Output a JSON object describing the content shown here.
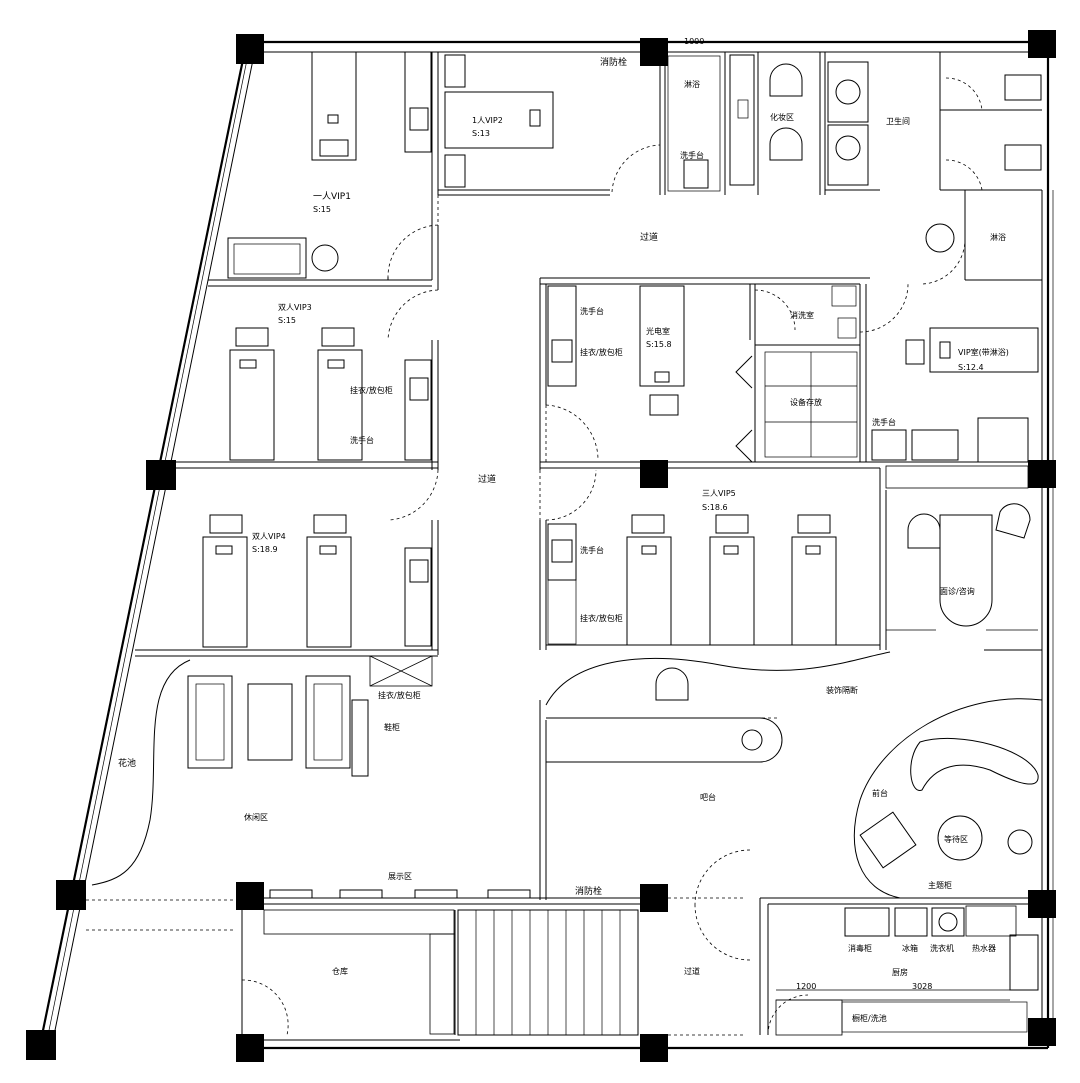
{
  "rooms": {
    "vip1": {
      "name": "一人VIP1",
      "area": "S:15"
    },
    "vip2": {
      "name": "1人VIP2",
      "area": "S:13"
    },
    "vip3": {
      "name": "双人VIP3",
      "area": "S:15"
    },
    "vip4": {
      "name": "双人VIP4",
      "area": "S:18.9"
    },
    "vip5": {
      "name": "三人VIP5",
      "area": "S:18.6"
    },
    "photo": {
      "name": "光电室",
      "area": "S:15.8"
    },
    "vip_shower": {
      "name": "VIP室(带淋浴)",
      "area": "S:12.4"
    }
  },
  "labels": {
    "fire_hydrant_top": "消防栓",
    "fire_hydrant_mid": "消防栓",
    "dim_1000": "1000",
    "shower_top": "淋浴",
    "washbasin": "洗手台",
    "makeup": "化妆区",
    "toilet": "卫生间",
    "shower_right": "淋浴",
    "corridor_top": "过道",
    "corridor_mid": "过道",
    "corridor_bottom": "过道",
    "disinfection": "消洗室",
    "equipment": "设备存放",
    "hang_bag": "挂衣/放包柜",
    "consult": "面诊/咨询",
    "deco_wall": "装饰隔断",
    "bar_counter": "吧台",
    "front_desk": "前台",
    "waiting": "等待区",
    "main_cabinet": "主题柜",
    "sterilize": "消毒柜",
    "fridge": "冰箱",
    "washer": "洗衣机",
    "heater": "热水器",
    "kitchen": "厨房",
    "dim_1200": "1200",
    "dim_3028": "3028",
    "cabinet_wash": "橱柜/洗池",
    "shoe_cabinet": "鞋柜",
    "flower_pool": "花池",
    "leisure": "休闲区",
    "display": "展示区",
    "warehouse": "仓库"
  }
}
